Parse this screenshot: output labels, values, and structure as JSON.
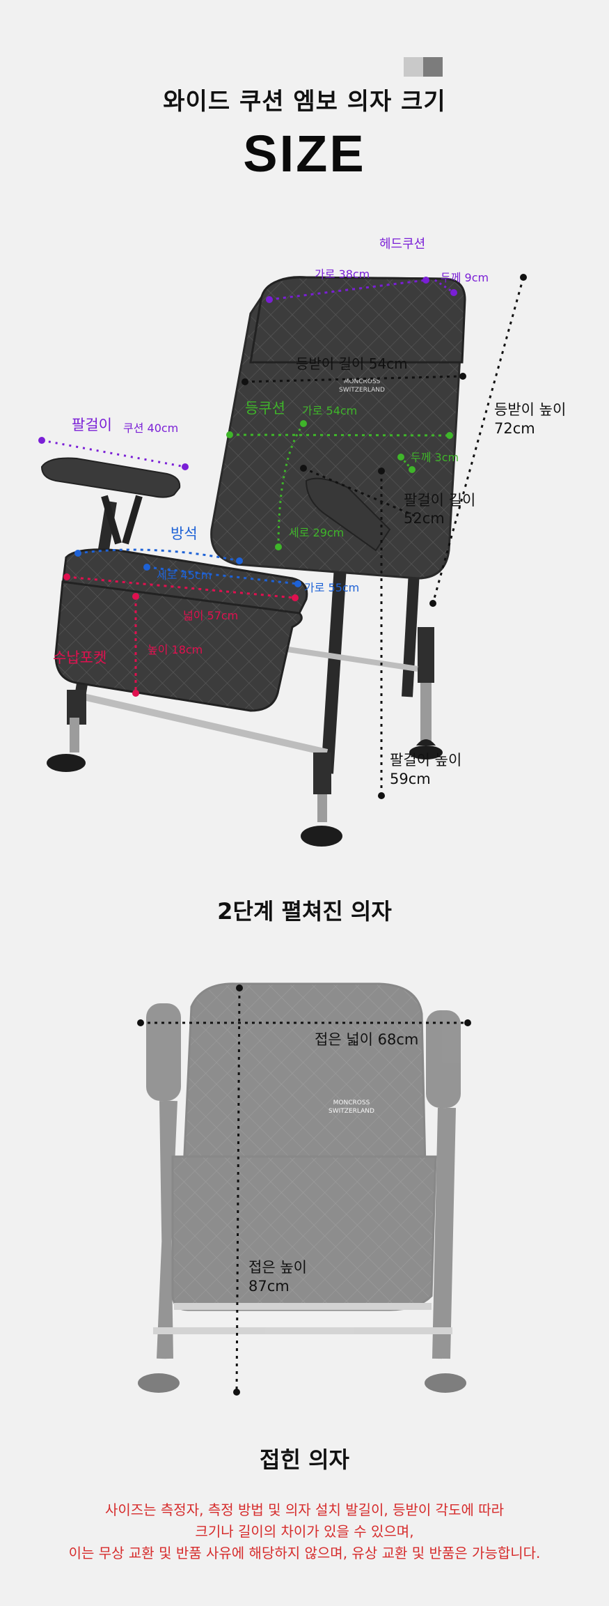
{
  "header": {
    "title": "와이드 쿠션 엠보 의자 크기",
    "subtitle": "SIZE",
    "swatch_colors": [
      "#c9c9c9",
      "#7c7c7c"
    ]
  },
  "brand": {
    "line1": "MONCROSS",
    "line2": "SWITZERLAND"
  },
  "unfolded": {
    "caption": "2단계 펼쳐진 의자",
    "labels": {
      "head_cushion": "헤드쿠션",
      "head_width": "가로 38cm",
      "head_thickness": "두께 9cm",
      "back_length": "등받이 길이 54cm",
      "back_height_title": "등받이 높이",
      "back_height_value": "72cm",
      "armrest": "팔걸이",
      "armrest_cushion": "쿠션 40cm",
      "back_cushion": "등쿠션",
      "back_cushion_width": "가로 54cm",
      "back_cushion_thickness": "두께 3cm",
      "back_cushion_height": "세로 29cm",
      "armrest_length_title": "팔걸이 길이",
      "armrest_length_value": "52cm",
      "seat_cushion": "방석",
      "seat_depth": "세로 45cm",
      "seat_width": "가로 55cm",
      "pocket_width": "넓이 57cm",
      "pocket": "수납포켓",
      "pocket_height": "높이 18cm",
      "armrest_height_title": "팔걸이 높이",
      "armrest_height_value": "59cm"
    },
    "colors": {
      "purple": "#7a1fd6",
      "green": "#3fb52a",
      "blue": "#1e62d6",
      "pink": "#e0104f",
      "black": "#111111"
    }
  },
  "folded": {
    "caption": "접힌 의자",
    "width_label": "접은 넓이 68cm",
    "height_title": "접은 높이",
    "height_value": "87cm"
  },
  "notice": {
    "line1": "사이즈는 측정자, 측정 방법 및 의자 설치 발길이, 등받이 각도에 따라",
    "line2": "크기나 길이의 차이가 있을 수 있으며,",
    "line3": "이는 무상 교환 및 반품 사유에 해당하지 않으며, 유상 교환 및 반품은 가능합니다."
  }
}
